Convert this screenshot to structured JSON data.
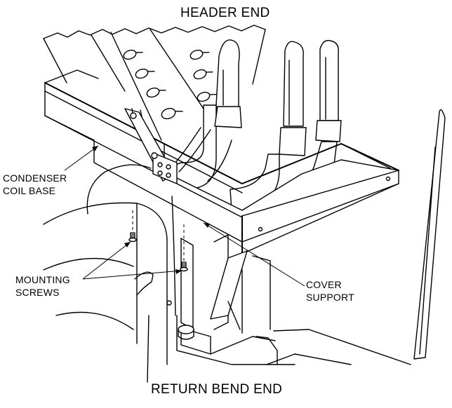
{
  "title_top": "HEADER END",
  "title_bottom": "RETURN BEND END",
  "callouts": {
    "condenser_coil_base": [
      "CONDENSER",
      "COIL BASE"
    ],
    "mounting_screws": [
      "MOUNTING",
      "SCREWS"
    ],
    "cover_support": [
      "COVER",
      "SUPPORT"
    ]
  },
  "line_color": "#000000",
  "background_color": "#ffffff"
}
